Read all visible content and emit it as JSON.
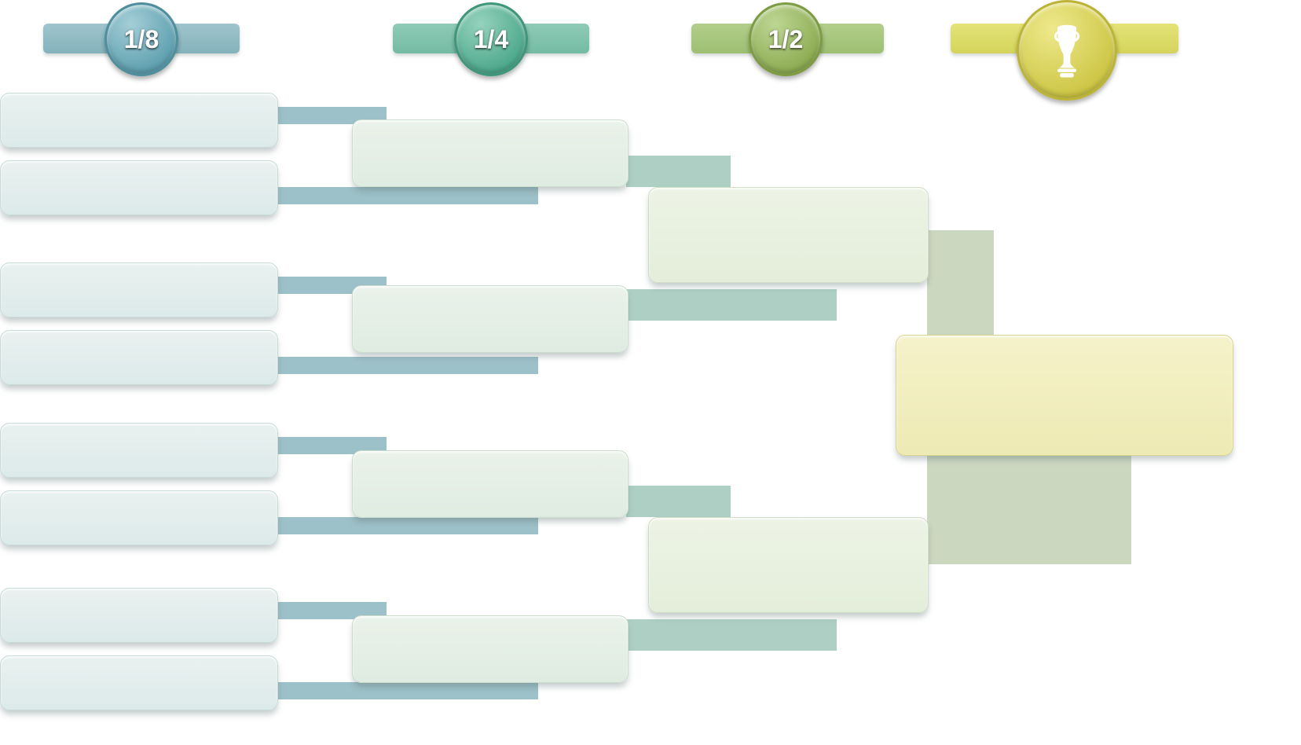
{
  "header": {
    "rounds": [
      {
        "id": "round-of-16",
        "label": "1/8",
        "bar_color": "#8cb8c1",
        "badge_color": "#5d9fae"
      },
      {
        "id": "quarterfinals",
        "label": "1/4",
        "bar_color": "#7fc2ab",
        "badge_color": "#4ba78a"
      },
      {
        "id": "semifinals",
        "label": "1/2",
        "bar_color": "#a6c77c",
        "badge_color": "#8cab51"
      },
      {
        "id": "final",
        "label": "",
        "icon": "trophy-icon",
        "bar_color": "#dbdb68",
        "badge_color": "#ccc544"
      }
    ]
  },
  "bracket": {
    "round_of_16_slots": [
      "",
      "",
      "",
      "",
      "",
      "",
      "",
      ""
    ],
    "quarterfinal_slots": [
      "",
      "",
      "",
      ""
    ],
    "semifinal_slots": [
      "",
      ""
    ],
    "final_slot": [
      ""
    ]
  },
  "colors": {
    "background": "#ffffff",
    "slot_round_of_16": "#e2eceb",
    "slot_quarterfinal": "#e4efe7",
    "slot_semifinal": "#e9f0e1",
    "slot_final": "#f2efc2",
    "connector_round_of_16": "#9dc1c8",
    "connector_quarterfinal": "#aed0c4",
    "connector_semifinal": "#ccd7c0"
  }
}
